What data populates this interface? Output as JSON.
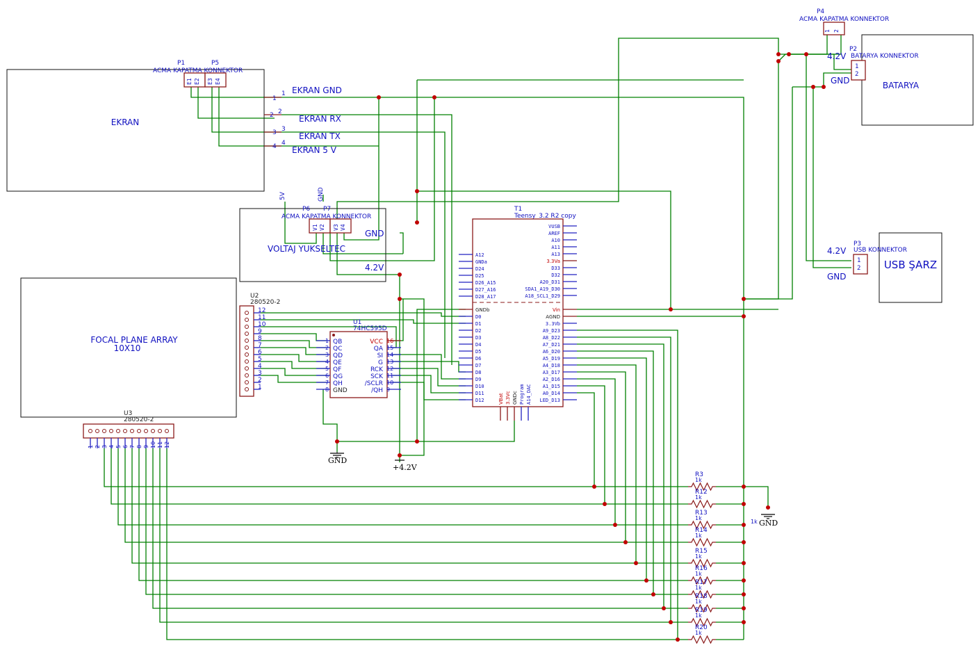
{
  "blocks": {
    "ekran": "EKRAN",
    "voltaj": "VOLTAJ YUKSELTEC",
    "fpa_line1": "FOCAL PLANE ARRAY",
    "fpa_line2": "10X10",
    "batarya": "BATARYA",
    "usb_sarz": "USB ŞARZ"
  },
  "connectors": {
    "p1_ref": "P1",
    "p5_ref": "P5",
    "p1_value": "ACMA KAPATMA KONNEKTOR",
    "p1_pins": [
      "E1",
      "E2",
      "E3",
      "E4"
    ],
    "p6_ref": "P6",
    "p7_ref": "P7",
    "p6_value": "ACMA KAPATMA KONNEKTOR",
    "p6_pins": [
      "V1",
      "V2",
      "V3",
      "V4"
    ],
    "p4_ref": "P4",
    "p4_value": "ACMA KAPATMA KONNEKTOR",
    "p4_pins": [
      "1",
      "2"
    ],
    "p2_ref": "P2",
    "p2_value": "BATARYA KONNEKTOR",
    "p2_pins": [
      "1",
      "2"
    ],
    "p3_ref": "P3",
    "p3_value": "USB KONNEKTOR",
    "p3_pins": [
      "1",
      "2"
    ]
  },
  "ekran_pins": {
    "numbers": [
      "1",
      "2",
      "3",
      "4"
    ],
    "names": [
      "EKRAN GND",
      "EKRAN RX",
      "EKRAN TX",
      "EKRAN 5 V"
    ]
  },
  "net_labels": {
    "v5": "5V",
    "gnd_vert": "GND",
    "voltaj_gnd": "GND",
    "voltaj_42": "4.2V",
    "bat_42": "4.2V",
    "bat_gnd": "GND",
    "usb_42": "4.2V",
    "usb_gnd": "GND"
  },
  "teensy": {
    "ref": "T1",
    "value": "Teensy_3.2 R2 copy",
    "left_top": [
      "A12",
      "GNDa",
      "D24",
      "D25",
      "D26_A15",
      "D27_A16",
      "D28_A17"
    ],
    "left_bottom": [
      "GNDb",
      "D0",
      "D1",
      "D2",
      "D3",
      "D4",
      "D5",
      "D6",
      "D7",
      "D8",
      "D9",
      "D10",
      "D11",
      "D12"
    ],
    "right_top": [
      "VUSB",
      "AREF",
      "A10",
      "A11",
      "A13",
      "3.3Va",
      "D33",
      "D32",
      "A20_D31",
      "SDA1_A19_D30",
      "A18_SCL1_D29"
    ],
    "right_bottom": [
      "Vin",
      "AGND",
      "3.3Vb",
      "A9_D23",
      "A8_D22",
      "A7_D21",
      "A6_D20",
      "A5_D19",
      "A4_D18",
      "A3_D17",
      "A2_D16",
      "A1_D15",
      "A0_D14",
      "LED_D13"
    ],
    "bottom": [
      "VBat",
      "3.3Vc",
      "GNDc",
      "Program",
      "A14_DAC"
    ]
  },
  "u1": {
    "ref": "U1",
    "value": "74HC595D",
    "left_nums": [
      "1",
      "2",
      "3",
      "4",
      "5",
      "6",
      "7",
      "8"
    ],
    "left_names": [
      "QB",
      "QC",
      "QD",
      "QE",
      "QF",
      "QG",
      "QH",
      "GND"
    ],
    "right_nums": [
      "16",
      "15",
      "14",
      "13",
      "12",
      "11",
      "10",
      "9"
    ],
    "right_names": [
      "VCC",
      "QA",
      "SI",
      "G",
      "RCK",
      "SCK",
      "/SCLR",
      "/QH"
    ]
  },
  "u2": {
    "ref": "U2",
    "value": "280520-2",
    "pins": [
      "12",
      "11",
      "10",
      "9",
      "8",
      "7",
      "6",
      "5",
      "4",
      "3",
      "2",
      "1"
    ]
  },
  "u3": {
    "ref": "U3",
    "value": "280520-2",
    "pins": [
      "1",
      "2",
      "3",
      "4",
      "5",
      "6",
      "7",
      "8",
      "9",
      "10",
      "11",
      "12"
    ]
  },
  "resistors": {
    "refs": [
      "R3",
      "R12",
      "R13",
      "R14",
      "R15",
      "R16",
      "R17",
      "R18",
      "R19",
      "R20"
    ],
    "value": "1k",
    "extra_value": "1k"
  },
  "power": {
    "gnd1": "GND",
    "v42": "+4.2V",
    "gnd2": "GND"
  },
  "colors": {
    "wire": "#008000",
    "component": "#8b1a1a",
    "pin": "#2020c0",
    "junction": "#c00000",
    "label": "#1010c0"
  }
}
